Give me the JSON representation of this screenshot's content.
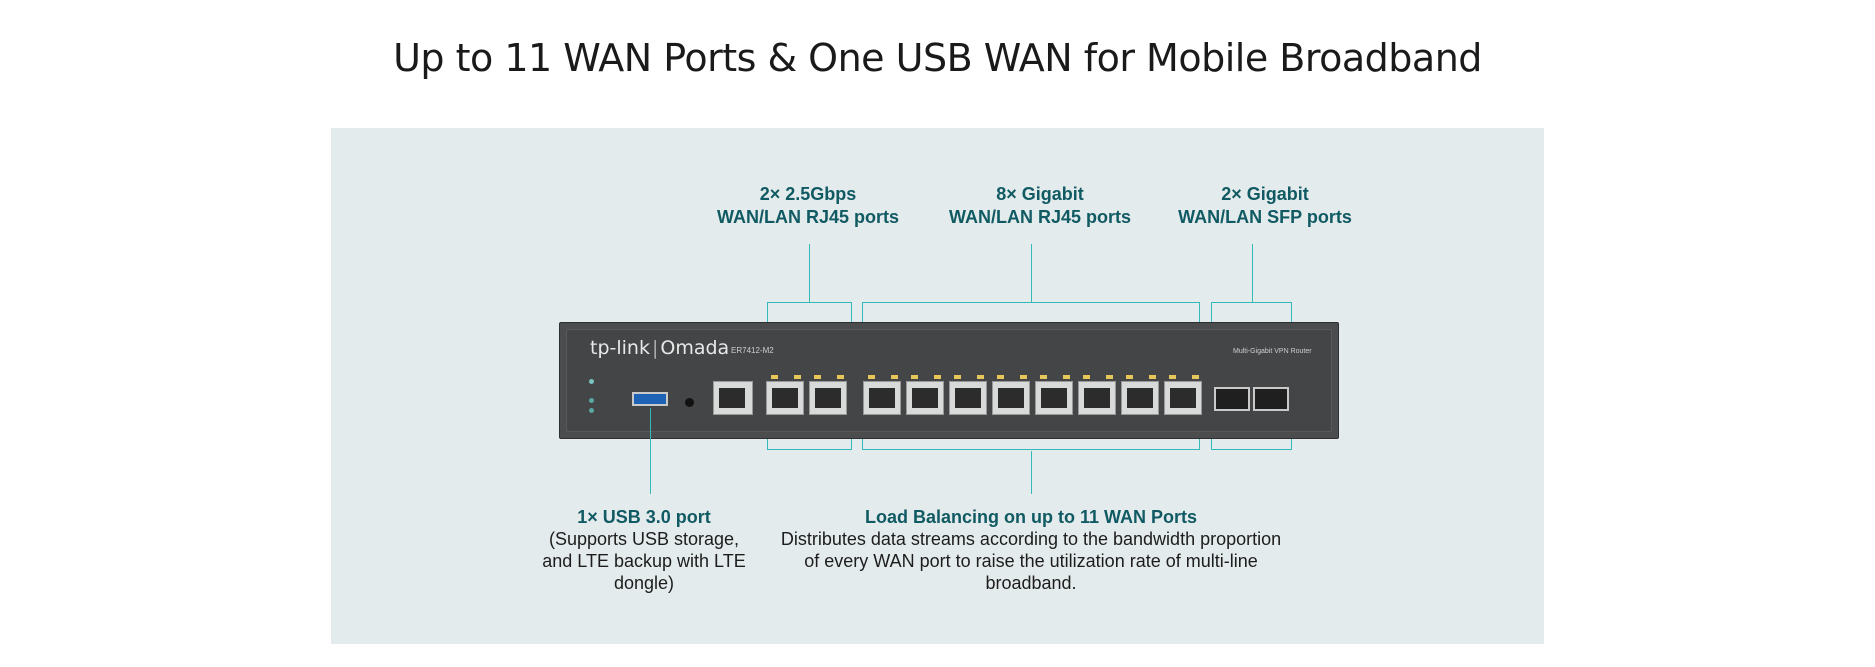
{
  "headline": "Up to 11 WAN Ports & One USB WAN for Mobile Broadband",
  "callouts": {
    "rj45_25g": {
      "line1": "2× 2.5Gbps",
      "line2": "WAN/LAN RJ45 ports"
    },
    "gigabit_rj45": {
      "line1": "8× Gigabit",
      "line2": "WAN/LAN RJ45 ports"
    },
    "gigabit_sfp": {
      "line1": "2× Gigabit",
      "line2": "WAN/LAN SFP ports"
    }
  },
  "usb_desc": {
    "heading": "1× USB 3.0 port",
    "body": "(Supports USB storage, and LTE backup with LTE dongle)"
  },
  "lb_desc": {
    "heading": "Load Balancing on up to 11 WAN Ports",
    "body": "Distributes data streams according to the bandwidth proportion of every WAN port to raise the utilization rate of multi-line broadband."
  },
  "device": {
    "brand": "tp-link",
    "product_line": "Omada",
    "model": "ER7412-M2",
    "type": "Multi-Gigabit VPN Router",
    "colors": {
      "body": "#4a4c4e",
      "accent": "#35b8b8",
      "heading": "#105a63"
    }
  },
  "icons": [
    "tp-link-logo-icon",
    "usb-port-icon",
    "rj45-port-icon",
    "sfp-port-icon"
  ]
}
